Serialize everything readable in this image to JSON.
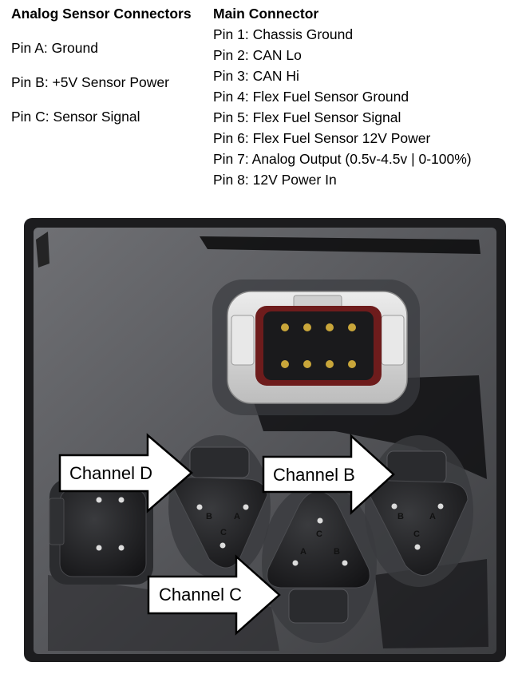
{
  "analog": {
    "title": "Analog Sensor Connectors",
    "pins": [
      "Pin A: Ground",
      "Pin B: +5V Sensor Power",
      "Pin C: Sensor Signal"
    ]
  },
  "main": {
    "title": "Main Connector",
    "pins": [
      "Pin 1: Chassis Ground",
      "Pin 2: CAN Lo",
      "Pin 3: CAN Hi",
      "Pin 4: Flex Fuel Sensor Ground",
      "Pin 5: Flex Fuel Sensor Signal",
      "Pin 6: Flex Fuel Sensor 12V Power",
      "Pin 7: Analog Output (0.5v-4.5v | 0-100%)",
      "Pin 8: 12V Power In"
    ]
  },
  "callouts": {
    "channel_d": "Channel D",
    "channel_b": "Channel B",
    "channel_c": "Channel C"
  },
  "pin_letters": {
    "a": "A",
    "b": "B",
    "c": "C"
  },
  "colors": {
    "housing": "#5a5b5e",
    "housing_dark": "#2a2b2e",
    "connector_white": "#d9d9d9",
    "seal_red": "#7a1f1f",
    "pin_gold": "#c9a63a",
    "arrow_fill": "#ffffff",
    "arrow_stroke": "#000000"
  }
}
